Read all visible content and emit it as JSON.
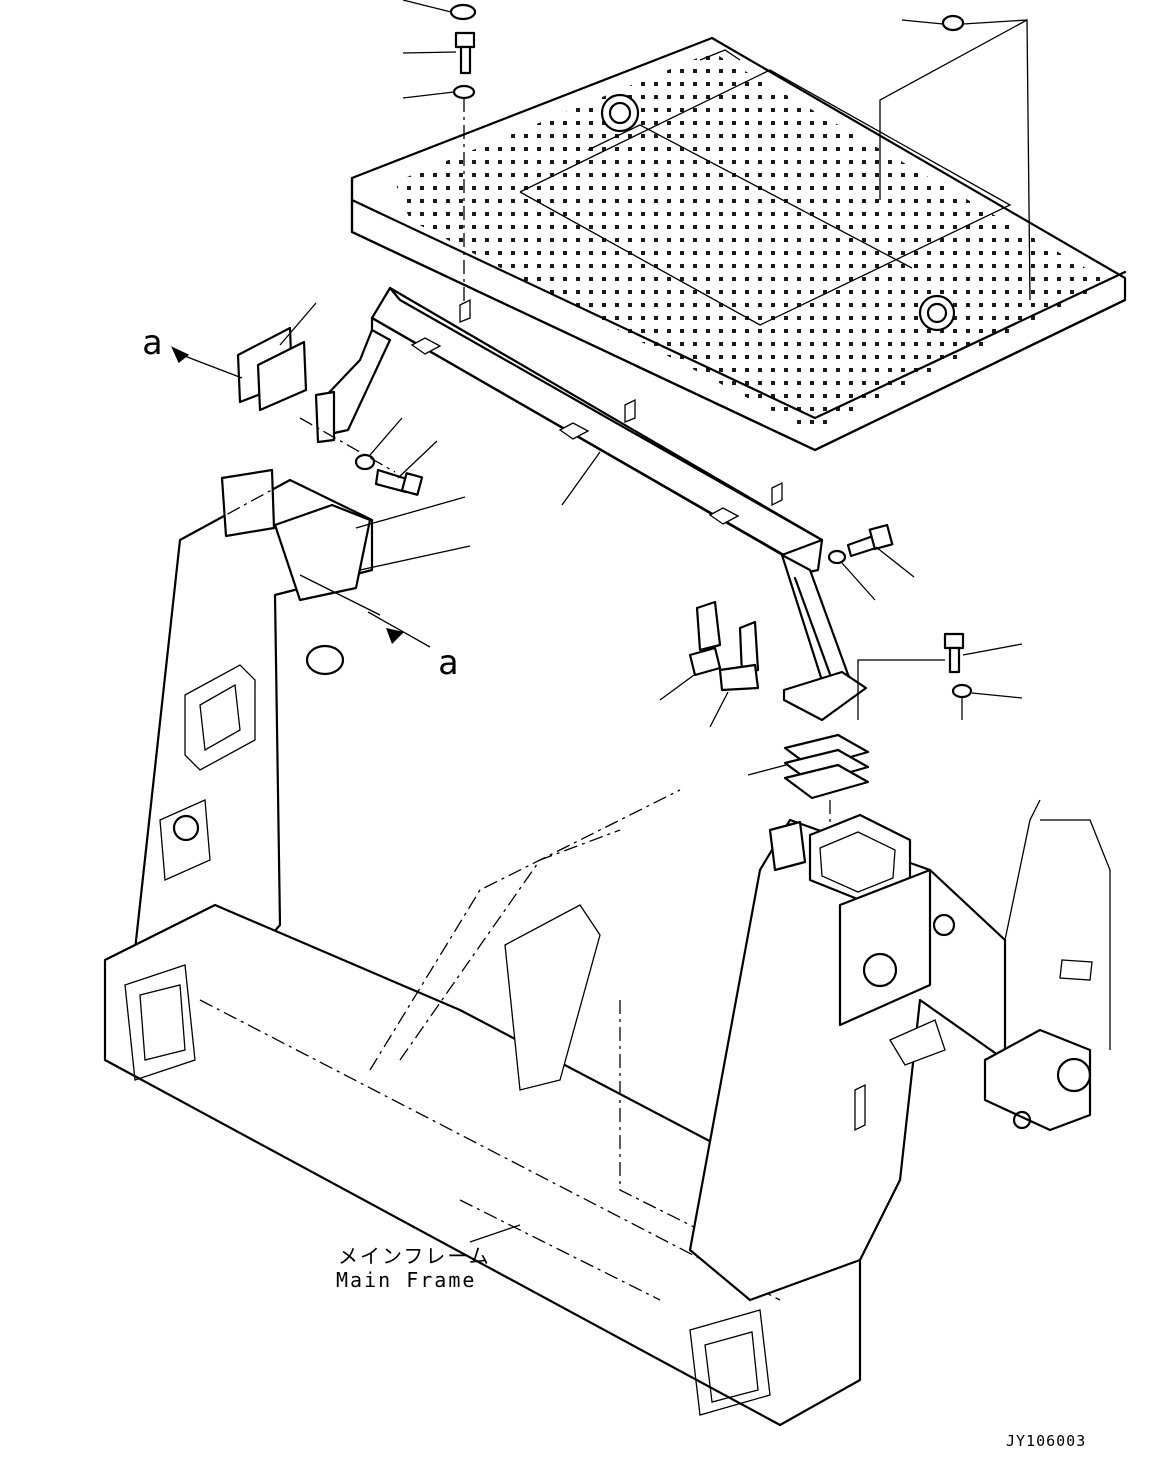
{
  "view_marker": {
    "top": "a",
    "side": "a"
  },
  "frame_label": {
    "jp": "メインフレーム",
    "en": "Main Frame"
  },
  "drawing_code": "JY106003"
}
